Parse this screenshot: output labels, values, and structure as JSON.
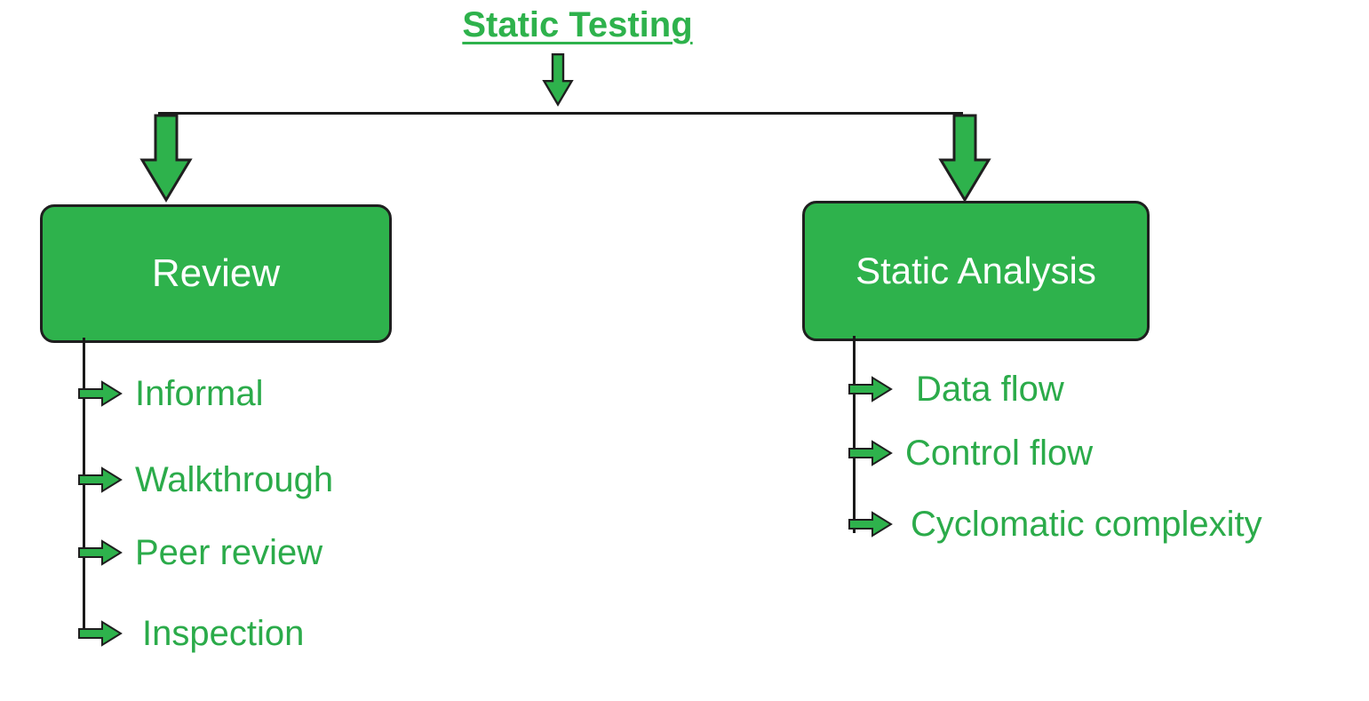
{
  "title": "Static Testing",
  "colors": {
    "green_fill": "#2eb24c",
    "green_text": "#2bab4a",
    "box_text": "#ffffff",
    "outline": "#1f1f1f",
    "line": "#1a1a1a"
  },
  "icons": {
    "root_arrow": "down-arrow-icon",
    "branch_arrow": "down-arrow-icon",
    "leaf_bullet": "right-arrow-icon"
  },
  "branches": [
    {
      "label": "Review",
      "items": [
        "Informal",
        "Walkthrough",
        "Peer review",
        "Inspection"
      ]
    },
    {
      "label": "Static Analysis",
      "items": [
        "Data flow",
        "Control flow",
        "Cyclomatic complexity"
      ]
    }
  ]
}
